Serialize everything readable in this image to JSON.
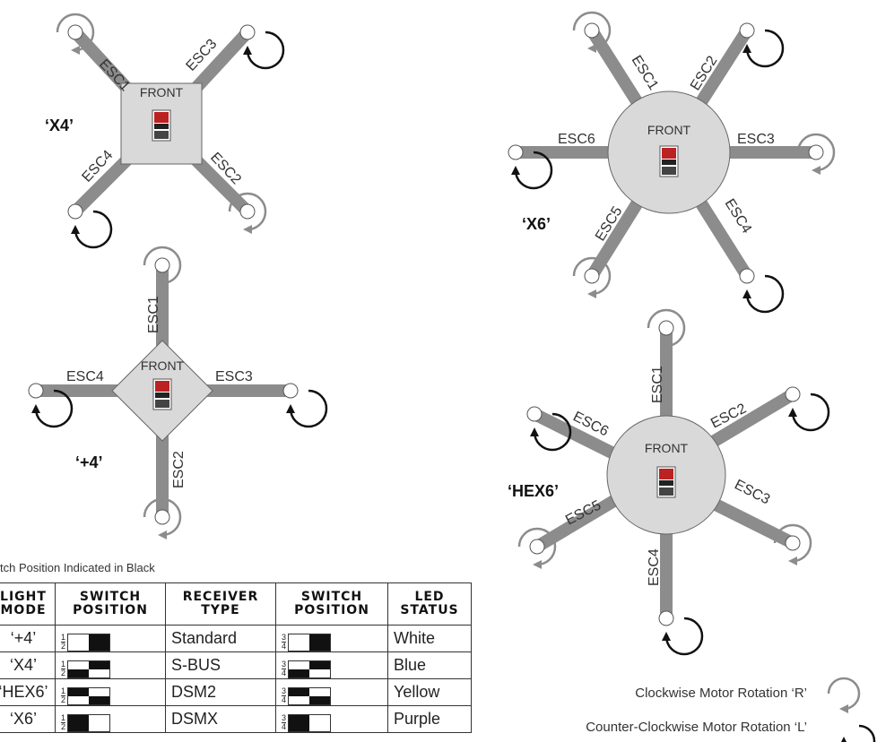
{
  "colors": {
    "cw": "#8c8c8c",
    "ccw": "#111111",
    "arm": "#8c8c8c",
    "body": "#d9d9d9"
  },
  "front_label": "FRONT",
  "configs": [
    {
      "id": "x4",
      "label": "‘X4’",
      "escs": [
        "ESC1",
        "ESC3",
        "ESC4",
        "ESC2"
      ]
    },
    {
      "id": "plus4",
      "label": "‘+4’",
      "escs": [
        "ESC1",
        "ESC4",
        "ESC3",
        "ESC2"
      ]
    },
    {
      "id": "x6",
      "label": "‘X6’",
      "escs": [
        "ESC1",
        "ESC2",
        "ESC6",
        "ESC3",
        "ESC5",
        "ESC4"
      ]
    },
    {
      "id": "hex6",
      "label": "‘HEX6’",
      "escs": [
        "ESC1",
        "ESC6",
        "ESC2",
        "ESC5",
        "ESC3",
        "ESC4"
      ]
    }
  ],
  "legend": {
    "cw": "Clockwise Motor Rotation ‘R’",
    "ccw": "Counter-Clockwise Motor Rotation ‘L’"
  },
  "table": {
    "note": "tch Position Indicated in Black",
    "headers": [
      "LIGHT MODE",
      "SWITCH POSITION",
      "RECEIVER TYPE",
      "SWITCH POSITION",
      "LED STATUS"
    ],
    "frac1": [
      "1",
      "2"
    ],
    "frac2": [
      "3",
      "4"
    ],
    "rows": [
      {
        "mode": "‘+4’",
        "receiver": "Standard",
        "led": "White"
      },
      {
        "mode": "‘X4’",
        "receiver": "S-BUS",
        "led": "Blue"
      },
      {
        "mode": "‘HEX6’",
        "receiver": "DSM2",
        "led": "Yellow"
      },
      {
        "mode": "‘X6’",
        "receiver": "DSMX",
        "led": "Purple"
      }
    ]
  }
}
